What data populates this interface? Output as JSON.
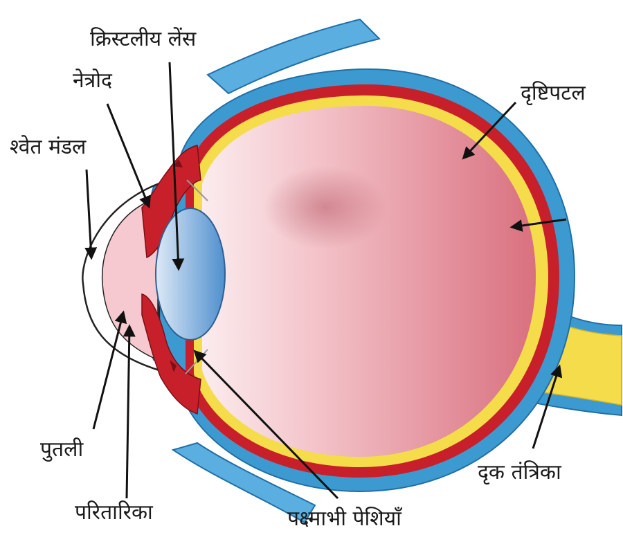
{
  "labels": {
    "crystalline_lens": "क्रिस्टलीय लेंस",
    "aqueous_humour": "नेत्रोद",
    "cornea": "श्वेत मंडल",
    "retina": "दृष्टिपटल",
    "pupil": "पुतली",
    "iris": "परितारिका",
    "ciliary_muscles": "पक्ष्माभी पेशियाँ",
    "optic_nerve": "दृक तंत्रिका"
  },
  "colors": {
    "sclera_blue": "#3d9ad1",
    "choroid_red": "#c8202a",
    "retina_yellow": "#f4dc4a",
    "vitreous_pink": "#e08b96",
    "lens_blue": "#7fb2dc",
    "cornea_pink": "#f5c9cf"
  }
}
